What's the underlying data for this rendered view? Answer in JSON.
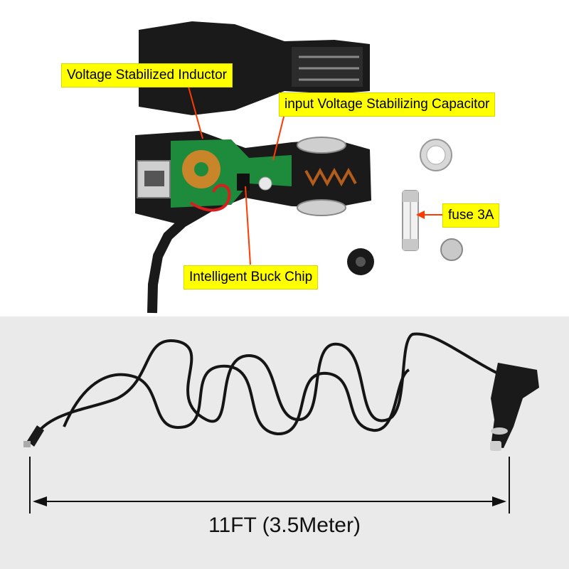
{
  "annotations": {
    "inductor": "Voltage Stabilized Inductor",
    "capacitor": "input Voltage Stabilizing Capacitor",
    "fuse": "fuse 3A",
    "chip": "Intelligent Buck Chip"
  },
  "cable_length": "11FT (3.5Meter)",
  "colors": {
    "label_background": "#ffff00",
    "arrow": "#ff3b00",
    "pcb": "#1e8a3c",
    "housing": "#1a1a1a",
    "bottom_background": "#eaeaea"
  }
}
